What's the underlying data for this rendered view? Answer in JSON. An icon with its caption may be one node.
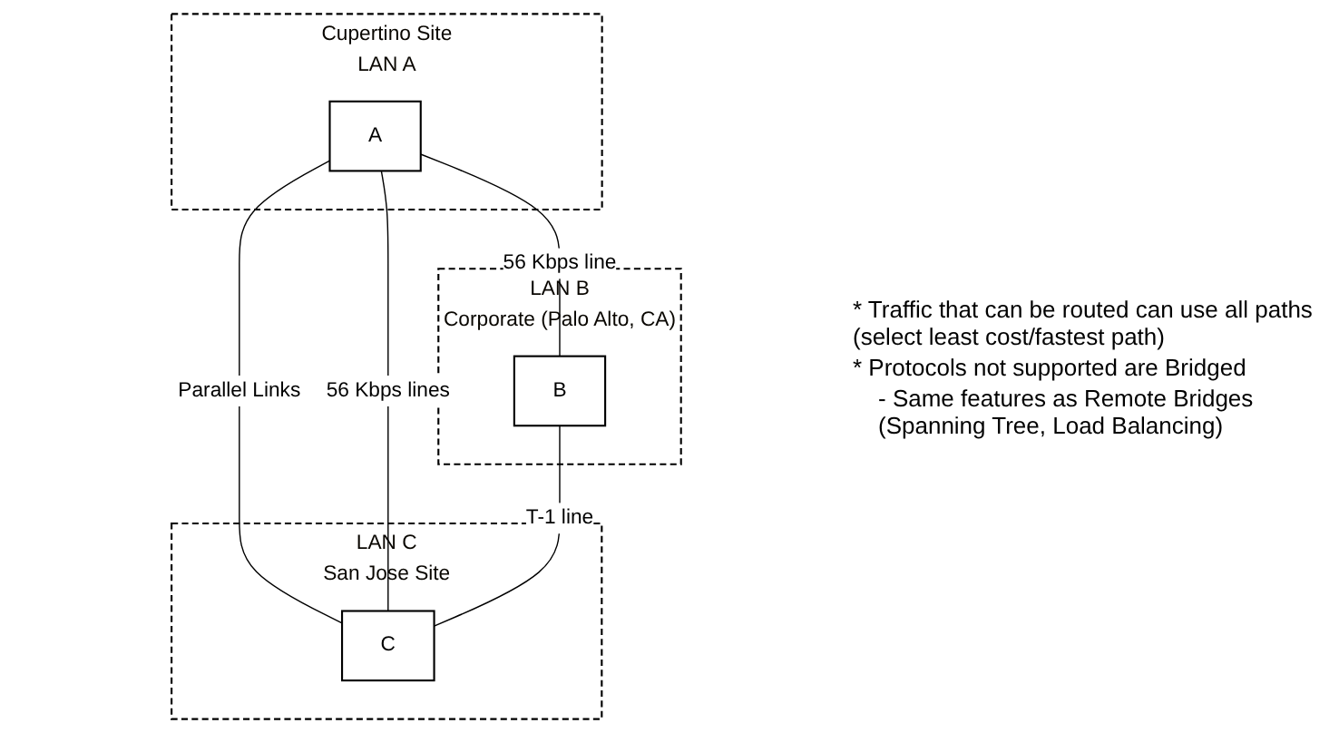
{
  "diagram": {
    "nodes": [
      {
        "text": [
          "Cupertino Site",
          "LAN A"
        ]
      },
      {
        "text": [
          "A"
        ],
        "in": 0
      },
      {
        "text": [
          "LAN B"
        ],
        "beside": [
          "Corporate (Palo Alto, CA)"
        ]
      },
      {
        "text": [
          "B"
        ],
        "in": 2
      },
      {
        "text": [
          "LAN C",
          "San Jose Site"
        ]
      },
      {
        "text": [
          "C"
        ],
        "in": 4
      }
    ],
    "edges": [
      {
        "from": 1,
        "to": 3,
        "arrow": "none",
        "label": "56 Kbps line"
      },
      {
        "from": 1,
        "to": 5,
        "arrow": "none",
        "label": "Parallel Links"
      },
      {
        "from": 1,
        "to": 5,
        "arrow": "none",
        "label": "56 Kbps lines"
      },
      {
        "from": 3,
        "to": 5,
        "arrow": "none",
        "label": "T-1 line"
      }
    ],
    "labels": [
      "* Traffic that can be routed can use all paths (select least cost/fastest path)",
      "* Protocols not supported are Bridged",
      "- Same features as Remote Bridges (Spanning Tree, Load Balancing)"
    ]
  }
}
